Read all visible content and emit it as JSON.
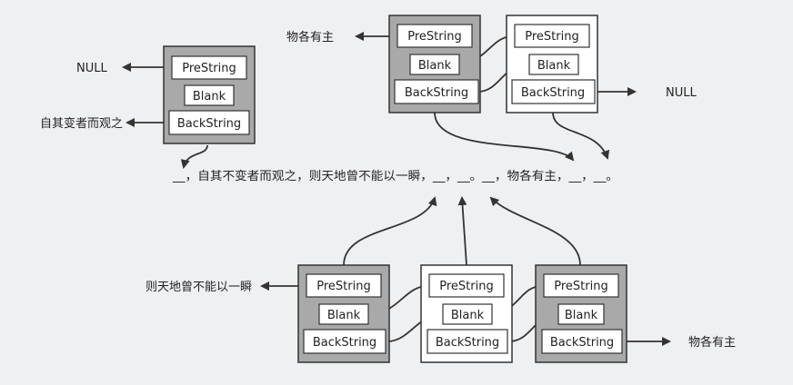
{
  "labels": {
    "null_left": "NULL",
    "zi_qi": "自其变者而观之",
    "wu_ge_top": "物各有主",
    "null_right": "NULL",
    "ze_tiandi": "则天地曾不能以一瞬",
    "wu_ge_bottom": "物各有主"
  },
  "sentence": "__，自其不变者而观之，则天地曾不能以一瞬，__，__。__，物各有主，__，__。",
  "fields": {
    "pre": "PreString",
    "blank": "Blank",
    "back": "BackString"
  },
  "colors": {
    "background": "#eff0f2",
    "node_gray": "#a9a9a9",
    "node_white": "#ffffff",
    "stroke": "#333333"
  }
}
